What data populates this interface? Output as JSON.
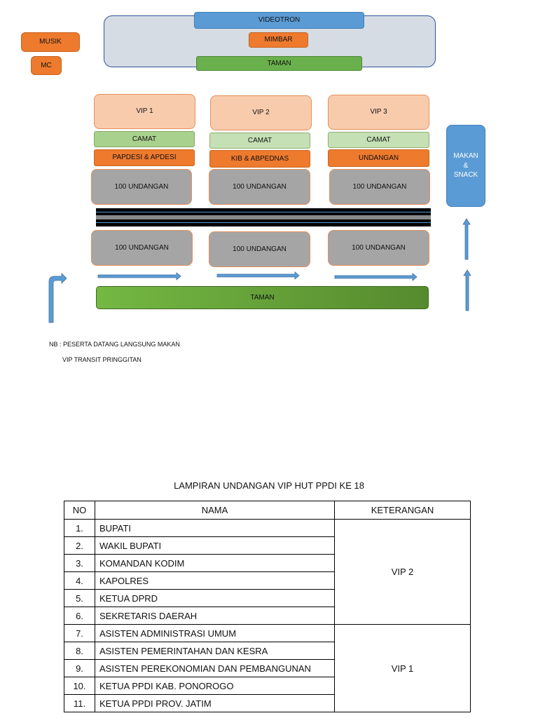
{
  "layout": {
    "stage": {
      "videotron": "VIDEOTRON",
      "mimbar": "MIMBAR",
      "taman": "TAMAN"
    },
    "musik": "MUSIK",
    "mc": "MC",
    "columns": [
      {
        "vip": "VIP 1",
        "row1": "CAMAT",
        "row2": "PAPDESI & APDESI",
        "front": "100 UNDANGAN",
        "back": "100 UNDANGAN"
      },
      {
        "vip": "VIP 2",
        "row1": "CAMAT",
        "row2": "KIB & ABPEDNAS",
        "front": "100 UNDANGAN",
        "back": "100 UNDANGAN"
      },
      {
        "vip": "VIP 3",
        "row1": "CAMAT",
        "row2": "UNDANGAN",
        "front": "100 UNDANGAN",
        "back": "100 UNDANGAN"
      }
    ],
    "makan": {
      "line1": "MAKAN",
      "line2": "&",
      "line3": "SNACK"
    },
    "taman_bottom": "TAMAN",
    "note_line1": "NB : PESERTA DATANG LANGSUNG MAKAN",
    "note_line2": "VIP TRANSIT PRINGGITAN"
  },
  "colors": {
    "orange": "#ee7a2e",
    "blue": "#5b9bd5",
    "green": "#6ab04c",
    "peach": "#f8cbad",
    "grey": "#a5a5a5"
  },
  "attachment": {
    "title": "LAMPIRAN UNDANGAN VIP HUT PPDI KE 18",
    "headers": {
      "no": "NO",
      "nama": "NAMA",
      "keterangan": "KETERANGAN"
    },
    "rows": [
      {
        "no": "1.",
        "nama": "BUPATI"
      },
      {
        "no": "2.",
        "nama": "WAKIL BUPATI"
      },
      {
        "no": "3.",
        "nama": "KOMANDAN KODIM"
      },
      {
        "no": "4.",
        "nama": "KAPOLRES"
      },
      {
        "no": "5.",
        "nama": "KETUA DPRD"
      },
      {
        "no": "6.",
        "nama": "SEKRETARIS DAERAH"
      },
      {
        "no": "7.",
        "nama": "ASISTEN ADMINISTRASI UMUM"
      },
      {
        "no": "8.",
        "nama": "ASISTEN PEMERINTAHAN DAN KESRA"
      },
      {
        "no": "9.",
        "nama": "ASISTEN PEREKONOMIAN DAN PEMBANGUNAN"
      },
      {
        "no": "10.",
        "nama": "KETUA PPDI KAB. PONOROGO"
      },
      {
        "no": "11.",
        "nama": "KETUA PPDI PROV. JATIM"
      }
    ],
    "groups": [
      {
        "label": "VIP 2",
        "rows": 6
      },
      {
        "label": "VIP 1",
        "rows": 5
      }
    ]
  }
}
